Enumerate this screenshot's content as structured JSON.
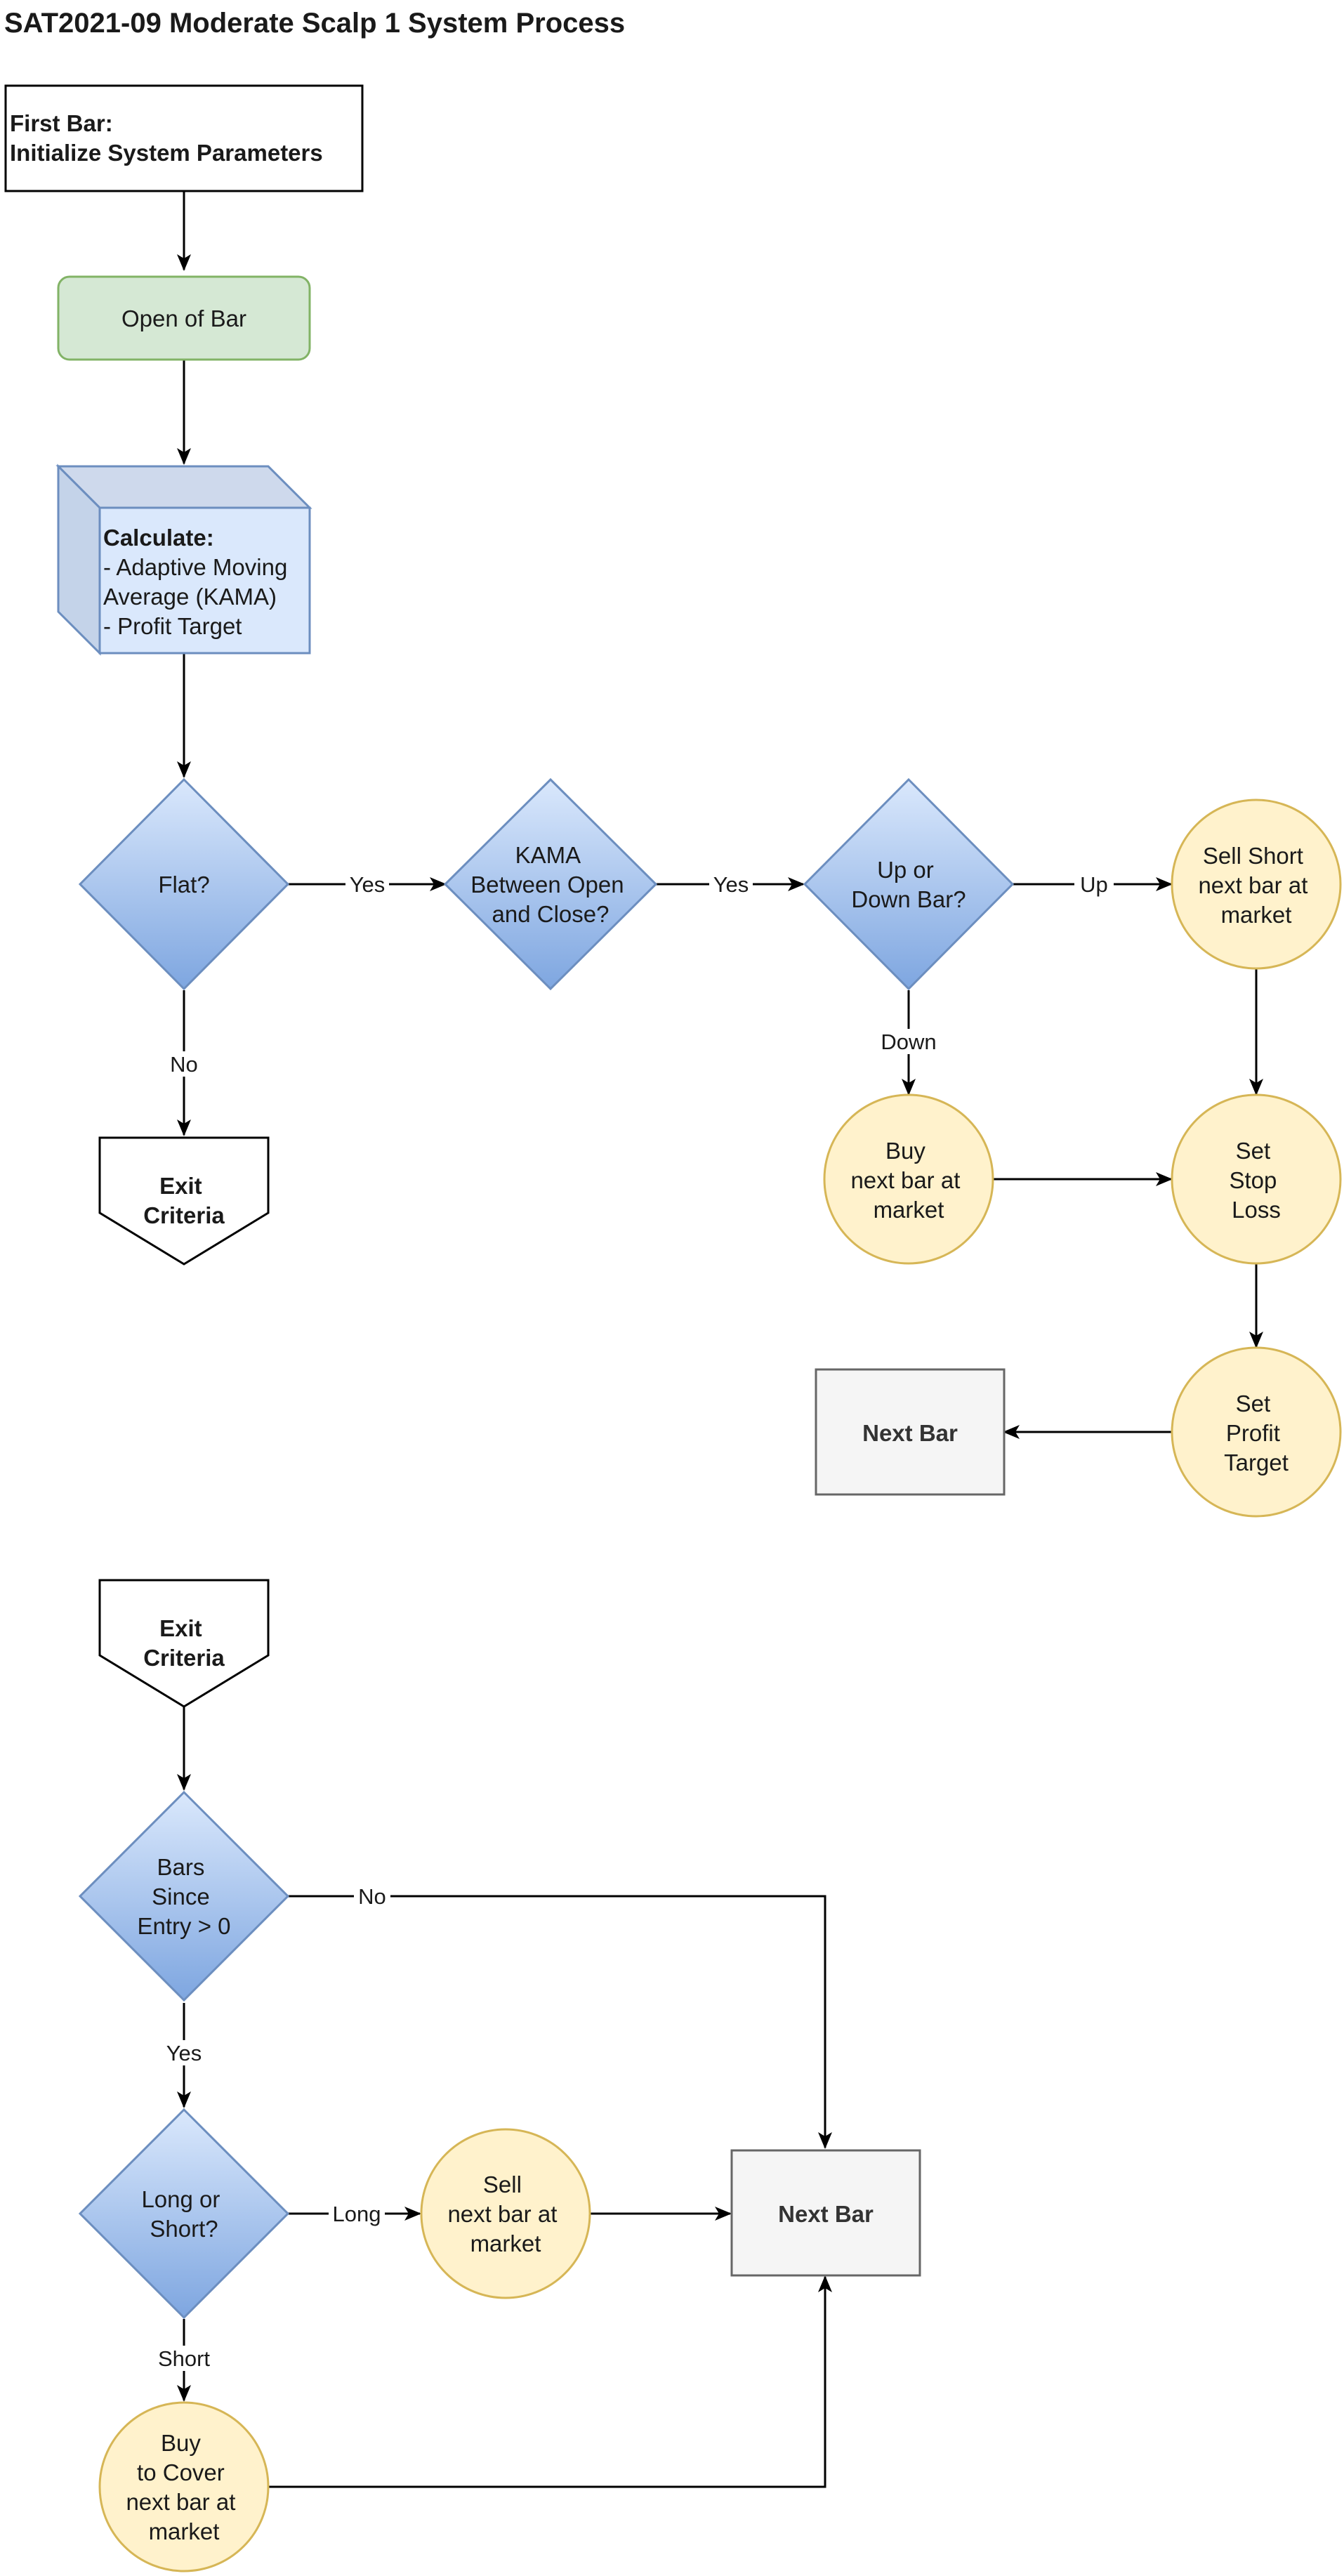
{
  "diagram": {
    "title": "SAT2021-09 Moderate Scalp 1 System Process",
    "nodes": {
      "first_bar": {
        "lines": [
          "First Bar:",
          "Initialize System Parameters"
        ]
      },
      "open_of_bar": {
        "lines": [
          "Open of Bar"
        ]
      },
      "calculate": {
        "lines": [
          "Calculate:",
          "- Adaptive Moving",
          "Average (KAMA)",
          "- Profit Target"
        ]
      },
      "flat": {
        "lines": [
          "Flat?"
        ]
      },
      "kama_between": {
        "lines": [
          "KAMA",
          "Between Open",
          "and Close?"
        ]
      },
      "up_or_down": {
        "lines": [
          "Up or",
          "Down Bar?"
        ]
      },
      "sell_short": {
        "lines": [
          "Sell Short",
          "next bar at",
          "market"
        ]
      },
      "buy": {
        "lines": [
          "Buy",
          "next bar at",
          "market"
        ]
      },
      "set_stop_loss": {
        "lines": [
          "Set",
          "Stop",
          "Loss"
        ]
      },
      "set_profit_target": {
        "lines": [
          "Set",
          "Profit",
          "Target"
        ]
      },
      "next_bar_1": {
        "lines": [
          "Next Bar"
        ]
      },
      "exit_criteria_1": {
        "lines": [
          "Exit",
          "Criteria"
        ]
      },
      "exit_criteria_2": {
        "lines": [
          "Exit",
          "Criteria"
        ]
      },
      "bars_since_entry": {
        "lines": [
          "Bars",
          "Since",
          "Entry > 0"
        ]
      },
      "long_or_short": {
        "lines": [
          "Long or",
          "Short?"
        ]
      },
      "sell": {
        "lines": [
          "Sell",
          "next bar at",
          "market"
        ]
      },
      "buy_to_cover": {
        "lines": [
          "Buy",
          "to Cover",
          "next bar at",
          "market"
        ]
      },
      "next_bar_2": {
        "lines": [
          "Next Bar"
        ]
      }
    },
    "edge_labels": {
      "flat_yes": "Yes",
      "flat_no": "No",
      "kama_yes": "Yes",
      "up": "Up",
      "down": "Down",
      "bars_no": "No",
      "bars_yes": "Yes",
      "long": "Long",
      "short": "Short"
    },
    "colors": {
      "stroke": "#000000",
      "green_fill": "#d5e8d4",
      "green_stroke": "#82b366",
      "blue_fill": "#dae8fc",
      "blue_stroke": "#6c8ebf",
      "blue_side": "#c4d3e9",
      "blue_top": "#ced9ec",
      "diamond_top": "#dae8fc",
      "diamond_bottom": "#7ea6e0",
      "yellow_fill": "#fff2cc",
      "yellow_stroke": "#d6b656",
      "gray_fill": "#f5f5f5",
      "gray_stroke": "#666666"
    }
  }
}
